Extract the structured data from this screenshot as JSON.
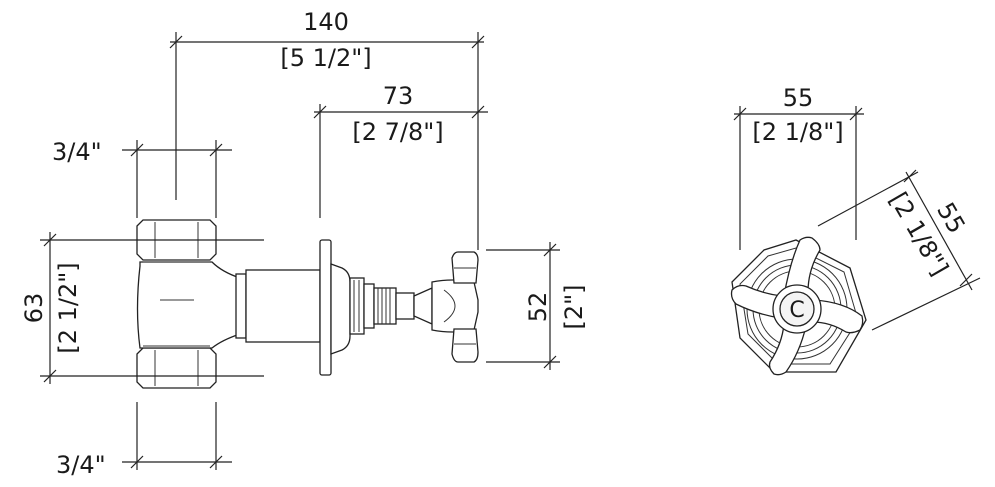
{
  "side_view": {
    "overall_length": {
      "mm": "140",
      "in": "[5 1/2\"]"
    },
    "handle_length": {
      "mm": "73",
      "in": "[2 7/8\"]"
    },
    "inlet_top": "3/4\"",
    "inlet_bottom": "3/4\"",
    "body_height": {
      "mm": "63",
      "in": "[2 1/2\"]"
    },
    "handle_height": {
      "mm": "52",
      "in": "[2\"]"
    }
  },
  "front_view": {
    "width": {
      "mm": "55",
      "in": "[2 1/8\"]"
    },
    "diagonal": {
      "mm": "55",
      "in": "[2 1/8\"]"
    },
    "cap_letter": "C"
  }
}
